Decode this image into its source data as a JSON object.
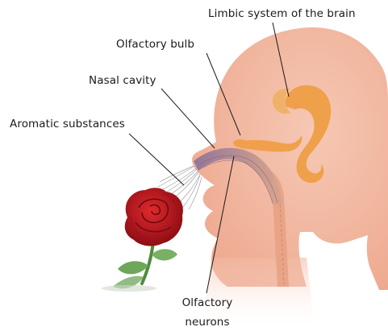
{
  "labels": {
    "limbic": "Limbic system of the brain",
    "bulb": "Olfactory bulb",
    "nasal": "Nasal cavity",
    "aromatic": "Aromatic substances",
    "neurons_line1": "Olfactory",
    "neurons_line2": "neurons"
  },
  "colors": {
    "head": "#f2b9a1",
    "head_dark": "#e9a088",
    "brain": "#efa24e",
    "nasal_passage": "#a07a96",
    "throat": "#e9a88c",
    "rose": "#c8141d",
    "leaf": "#6fa85a"
  }
}
